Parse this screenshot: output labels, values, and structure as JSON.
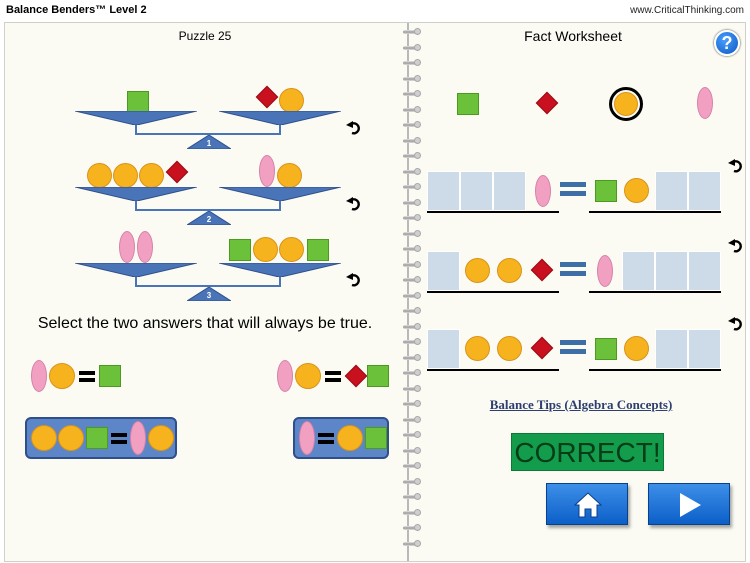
{
  "header": {
    "app_title": "Balance Benders™ Level 2",
    "url": "www.CriticalThinking.com"
  },
  "left_page": {
    "puzzle_title": "Puzzle 25",
    "balances": [
      {
        "number": "1",
        "left": [
          "square"
        ],
        "right": [
          "diamond",
          "circle"
        ]
      },
      {
        "number": "2",
        "left": [
          "circle",
          "circle",
          "circle",
          "diamond"
        ],
        "right": [
          "oval",
          "circle"
        ]
      },
      {
        "number": "3",
        "left": [
          "oval",
          "oval"
        ],
        "right": [
          "square",
          "circle",
          "circle",
          "square"
        ]
      }
    ],
    "instruction": "Select the two answers that will always be true.",
    "answers": [
      {
        "left": [
          "oval",
          "circle"
        ],
        "right": [
          "square"
        ],
        "selected": false
      },
      {
        "left": [
          "oval",
          "circle"
        ],
        "right": [
          "diamond",
          "square"
        ],
        "selected": false
      },
      {
        "left": [
          "circle",
          "circle",
          "square"
        ],
        "right": [
          "oval",
          "circle"
        ],
        "selected": true
      },
      {
        "left": [
          "oval"
        ],
        "right": [
          "circle",
          "square"
        ],
        "selected": true
      }
    ]
  },
  "right_page": {
    "worksheet_title": "Fact Worksheet",
    "help_label": "?",
    "palette": [
      "square",
      "diamond",
      "circle",
      "oval"
    ],
    "selected_palette_item": "circle",
    "facts": [
      {
        "left": [
          "blank",
          "blank",
          "blank",
          "oval"
        ],
        "right": [
          "square",
          "circle",
          "blank",
          "blank"
        ]
      },
      {
        "left": [
          "blank",
          "circle",
          "circle",
          "diamond"
        ],
        "right": [
          "oval",
          "blank",
          "blank",
          "blank"
        ]
      },
      {
        "left": [
          "blank",
          "circle",
          "circle",
          "diamond"
        ],
        "right": [
          "square",
          "circle",
          "blank",
          "blank"
        ]
      }
    ],
    "tips_link": "Balance Tips (Algebra Concepts)",
    "status": "CORRECT!",
    "icons": {
      "home": "home-icon",
      "next": "play-arrow-icon",
      "undo": "undo-arrow-icon",
      "help": "question-mark-icon"
    }
  },
  "colors": {
    "square": "#6cc13a",
    "circle": "#f7b31e",
    "oval": "#f2a0c2",
    "diamond": "#c8101e",
    "balance": "#4a74b8",
    "correct_bg": "#129c4c",
    "blank": "#cddbe8"
  }
}
